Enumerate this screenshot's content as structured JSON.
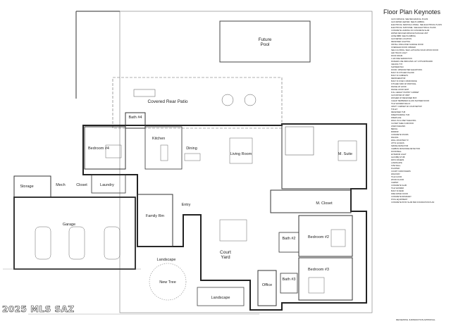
{
  "rooms": {
    "future_pool": "Future\nPool",
    "covered_rear_patio": "Covered Rear Patio",
    "bedroom4": "Bedroom #4",
    "bath4": "Bath #4",
    "kitchen": "Kitchen",
    "dining": "Dining",
    "living_room": "Living Room",
    "m_suite": "M. Suite",
    "m_closet": "M. Closet",
    "storage": "Storage",
    "mech": "Mech",
    "closet": "Closet",
    "laundry": "Laundry",
    "garage": "Garage",
    "family_rm": "Family Rm",
    "entry": "Entry",
    "court_yard": "Court\nYard",
    "landscape_left": "Landscape",
    "new_tree": "New Tree",
    "landscape_bottom": "Landscape",
    "bath2": "Bath #2",
    "bedroom2": "Bedroom #2",
    "bedroom3": "Bedroom #3",
    "office": "Office",
    "bath3": "Bath #3"
  },
  "keynotes": {
    "title": "Floor Plan Keynotes",
    "items": [
      "GAS FURNACE. SEE MECHANICAL PLANS",
      "GAS WATER HEATER. SEE PLUMBING",
      "ELECTRICAL SERVICE & PANEL. SEE ELECTRICAL PLANS",
      "ELECTRICAL SUB PANEL. SEE ELECTRICAL PLANS",
      "CONCRETE LANDING ON CONCRETE SLAB",
      "WATER DEVICE/FURNACE PACKAGE UNIT",
      "HOSE BIBB. SEE PLUMBING",
      "GAS METER LOCATION",
      "RECESSED LIGHTING",
      "INSTALL INSULATED GARAGE DOOR",
      "OVERHEAD DOOR OPENER",
      "SELF-CLOSING, SELF-LATCHING SOLID WOOD DOOR",
      "LED TRACK LIGHT",
      "ROOF DRAIN",
      "1 HR FIRE SEPARATION",
      "DASHED LINE INDICATES 1/2\" GYPSUM BOARD",
      "CEILING TYP.",
      "SHOWER PAN",
      "DOOR / WINDOW PER ELEVATIONS",
      "BUILT IN KITCHEN ISLAND",
      "BUILT IN CABINETS",
      "REFRIGERATOR",
      "BUILT IN OVEN / MICROWAVE",
      "KITCHEN SINK W/ DISPOSAL",
      "RANGE W/ HOOD",
      "RANGE HOOD VENT",
      "FULL HEIGHT PANTRY CABINET",
      "GAS DRYER W/ VENT",
      "WASHER W/ RECESSED BOX",
      "CLEAR TEMPERED GLASS SHOWER DOOR",
      "TILE SHOWER WALLS",
      "VANITY CABINET W/ COUNTERTOP",
      "TOILET",
      "RECESSED TUB",
      "FREESTANDING TUB",
      "FIREPLACE",
      "WALK-IN CLOSET SHELVING",
      "CLOSET SHELF AND ROD",
      "LINEN SHELVES",
      "BENCH",
      "MIRROR",
      "CONCRETE STAIRS",
      "RAILING",
      "WALL MOUNTED TV",
      "ATTIC ACCESS",
      "SMOKE DETECTOR",
      "CARBON MONOXIDE DETECTOR",
      "DOOR BELL",
      "EXTERIOR LIGHT",
      "GAS BBQ STUB",
      "PATIO PAVERS",
      "LANDSCAPE",
      "SITE WALL",
      "PLANTER",
      "COURT YARD PAVERS",
      "WALKWAY",
      "TILE FLOOR",
      "WOOD FLOOR",
      "CARPET",
      "CONCRETE SLAB",
      "TILE SHOWER",
      "BUILT IN DESK",
      "FIRE RATED DOOR",
      "CONCRETE DRIVEWAY",
      "POOL EQUIPMENT",
      "CONCRETE PATIO SLAB PER FOUNDATION PLAN"
    ]
  },
  "watermark": "2025 MLS SAZ",
  "footer_note": "REVIEWING JURISDICTION APPROVAL"
}
